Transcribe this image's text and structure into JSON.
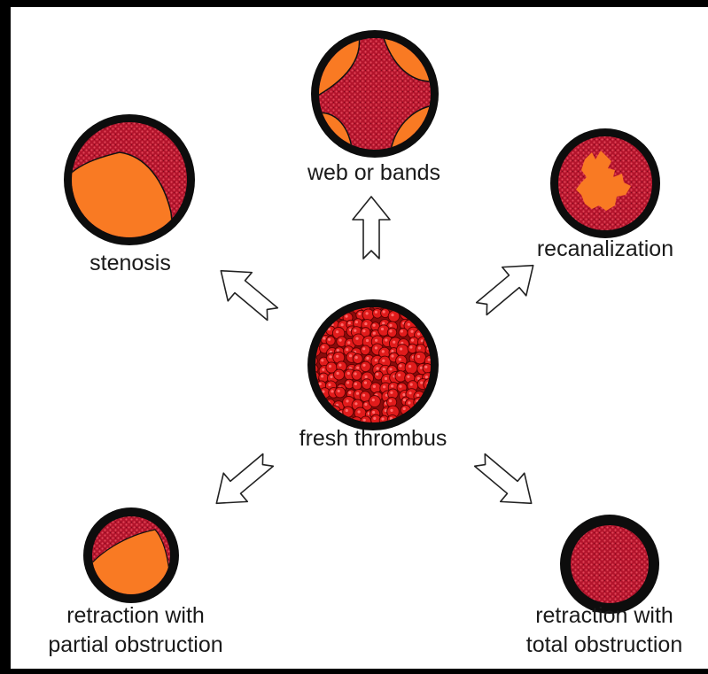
{
  "nodes": {
    "web": {
      "label": "web or bands"
    },
    "stenosis": {
      "label": "stenosis"
    },
    "recanalization": {
      "label": "recanalization"
    },
    "fresh": {
      "label": "fresh thrombus"
    },
    "partial": {
      "line1": "retraction with",
      "line2": "partial obstruction"
    },
    "total": {
      "line1": "retraction with",
      "line2": "total obstruction"
    }
  },
  "colors": {
    "vessel_wall": "#0d0d0d",
    "thrombus": "#b3142c",
    "thrombus_dots": "#e24658",
    "lumen": "#f97a23",
    "rbc_fill": "#e01b1b",
    "rbc_edge": "#5a0000",
    "arrow_fill": "#ffffff",
    "arrow_stroke": "#222222"
  }
}
